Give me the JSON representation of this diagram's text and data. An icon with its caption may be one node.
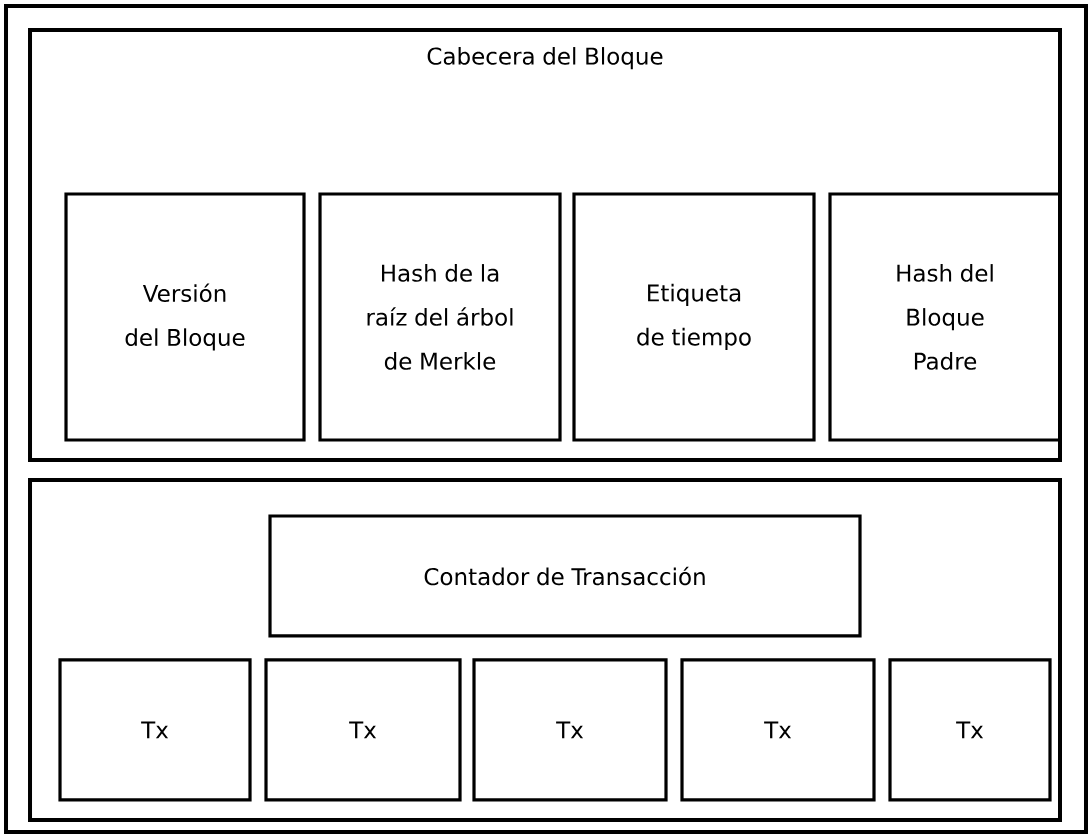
{
  "diagram": {
    "nodes": [
      {
        "text": [],
        "shape": "box"
      },
      {
        "text": [
          "Cabecera del Bloque"
        ],
        "in": 0
      },
      {
        "text": [
          "Versión del Bloque"
        ],
        "in": 1
      },
      {
        "text": [
          "Hash de la raíz del árbol de Merkle"
        ],
        "in": 1
      },
      {
        "text": [
          "Etiqueta de tiempo"
        ],
        "in": 1
      },
      {
        "text": [
          "Hash del Bloque Padre"
        ],
        "in": 1
      },
      {
        "text": [],
        "shape": "box",
        "in": 0
      },
      {
        "text": [
          "Contador de Transacción"
        ],
        "in": 6
      },
      {
        "text": [
          "Tx"
        ],
        "in": 6
      },
      {
        "text": [
          "Tx"
        ],
        "in": 6
      },
      {
        "text": [
          "Tx"
        ],
        "in": 6
      },
      {
        "text": [
          "Tx"
        ],
        "in": 6
      },
      {
        "text": [
          "Tx"
        ],
        "in": 6
      }
    ]
  }
}
